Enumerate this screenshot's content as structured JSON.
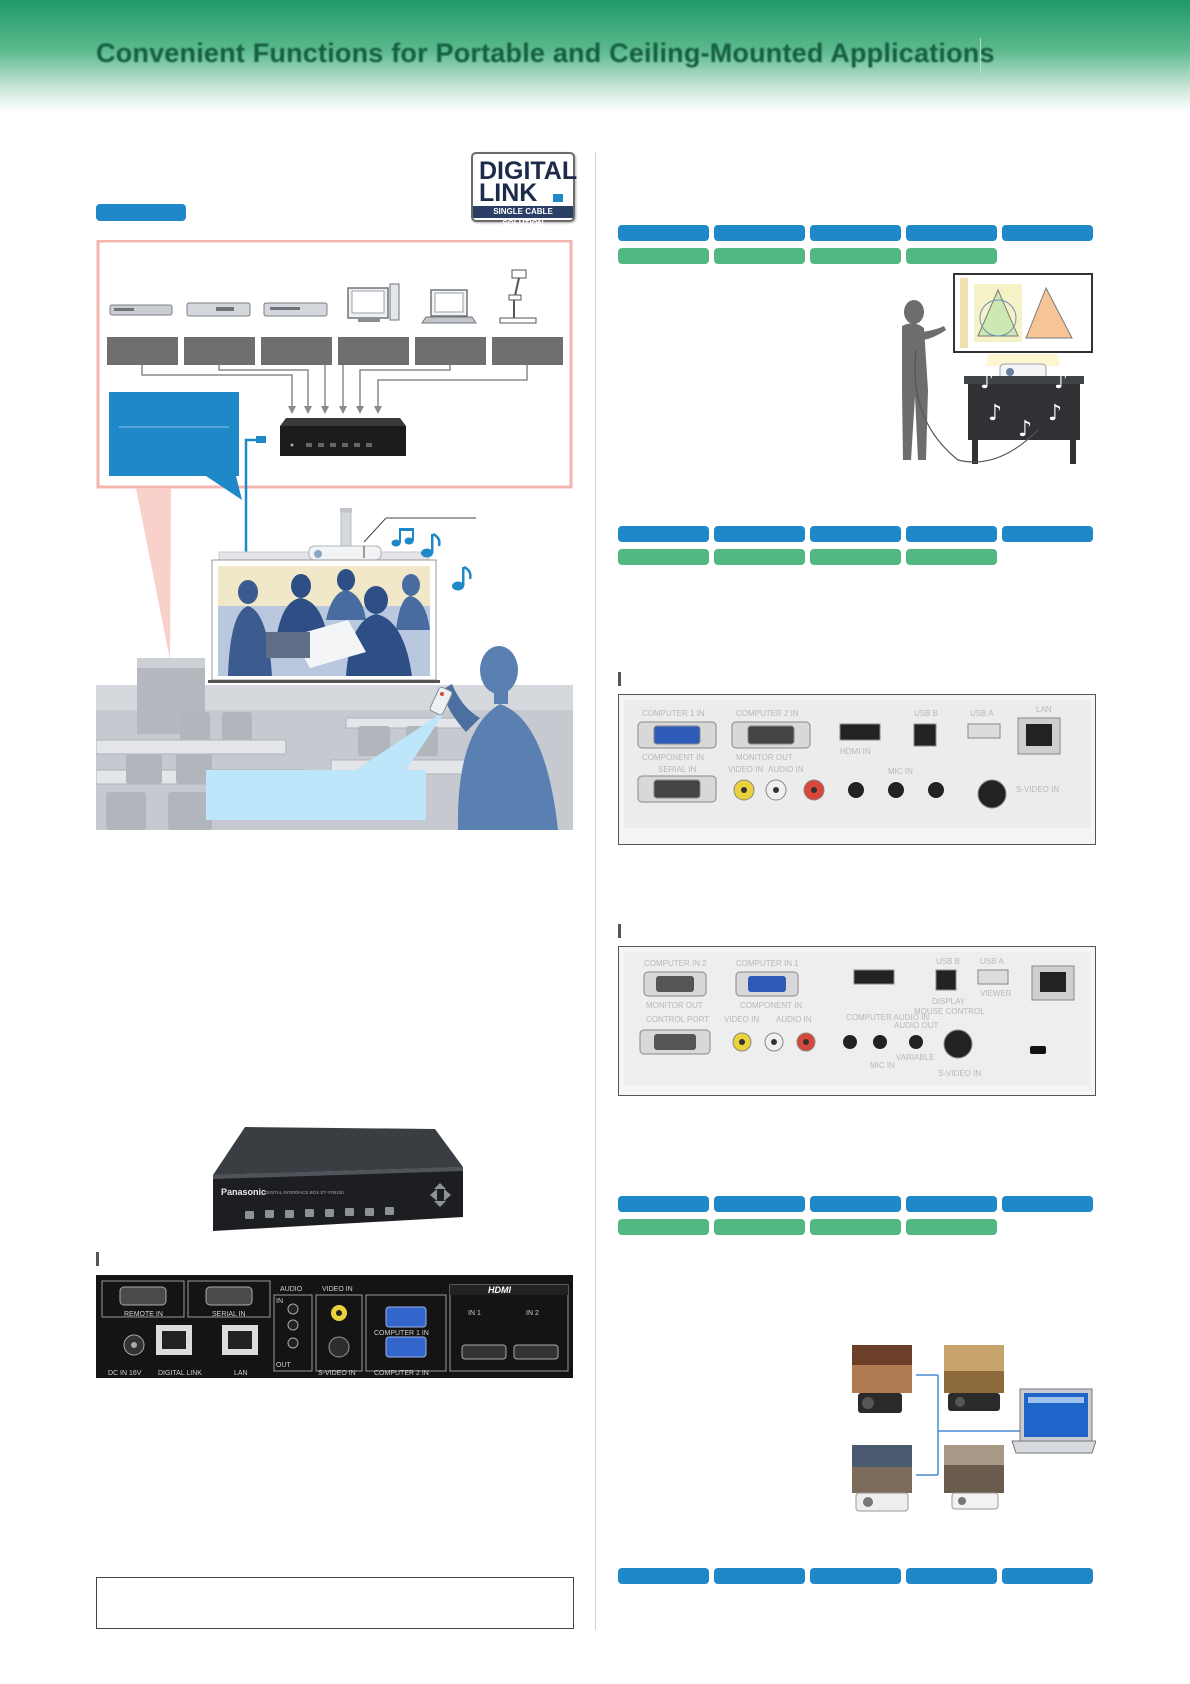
{
  "header": {
    "title": "Convenient Functions for Portable and Ceiling-Mounted Applications"
  },
  "logo": {
    "line1": "DIGITAL",
    "line2": "LINK",
    "sub": "SINGLE CABLE SOLUTION"
  },
  "interface_box": {
    "brand": "Panasonic",
    "model": "DIGITAL INTERFACE BOX   ET-YFB100"
  },
  "rear_panel_1": {
    "labels": [
      "COMPUTER 1 IN",
      "COMPUTER 2 IN",
      "COMPONENT IN",
      "MONITOR OUT",
      "SERIAL IN",
      "VIDEO IN",
      "AUDIO IN",
      "USB B",
      "USB A",
      "LAN",
      "S-VIDEO IN",
      "HDMI IN",
      "MIC IN"
    ]
  },
  "rear_panel_2": {
    "labels": [
      "COMPUTER IN 2",
      "COMPUTER IN 1",
      "USB B",
      "USB A",
      "MONITOR OUT",
      "COMPONENT IN",
      "DISPLAY",
      "MOUSE CONTROL",
      "VIEWER",
      "CONTROL PORT",
      "VIDEO IN",
      "AUDIO IN",
      "COMPUTER AUDIO IN",
      "AUDIO OUT",
      "VARIABLE",
      "MIC IN",
      "S-VIDEO IN"
    ]
  },
  "box_rear": {
    "labels": [
      "REMOTE IN",
      "SERIAL IN",
      "AUDIO",
      "IN",
      "OUT",
      "VIDEO IN",
      "COMPUTER 1 IN",
      "COMPUTER 2 IN",
      "HDMI",
      "IN 1",
      "IN 2",
      "DC IN 16V",
      "DIGITAL LINK",
      "LAN",
      "S-VIDEO IN"
    ]
  },
  "colors": {
    "accent_blue": "#1e88c8",
    "accent_green": "#52b883",
    "header_green": "#1f9a68",
    "frame_pink": "#f3b6ae"
  }
}
